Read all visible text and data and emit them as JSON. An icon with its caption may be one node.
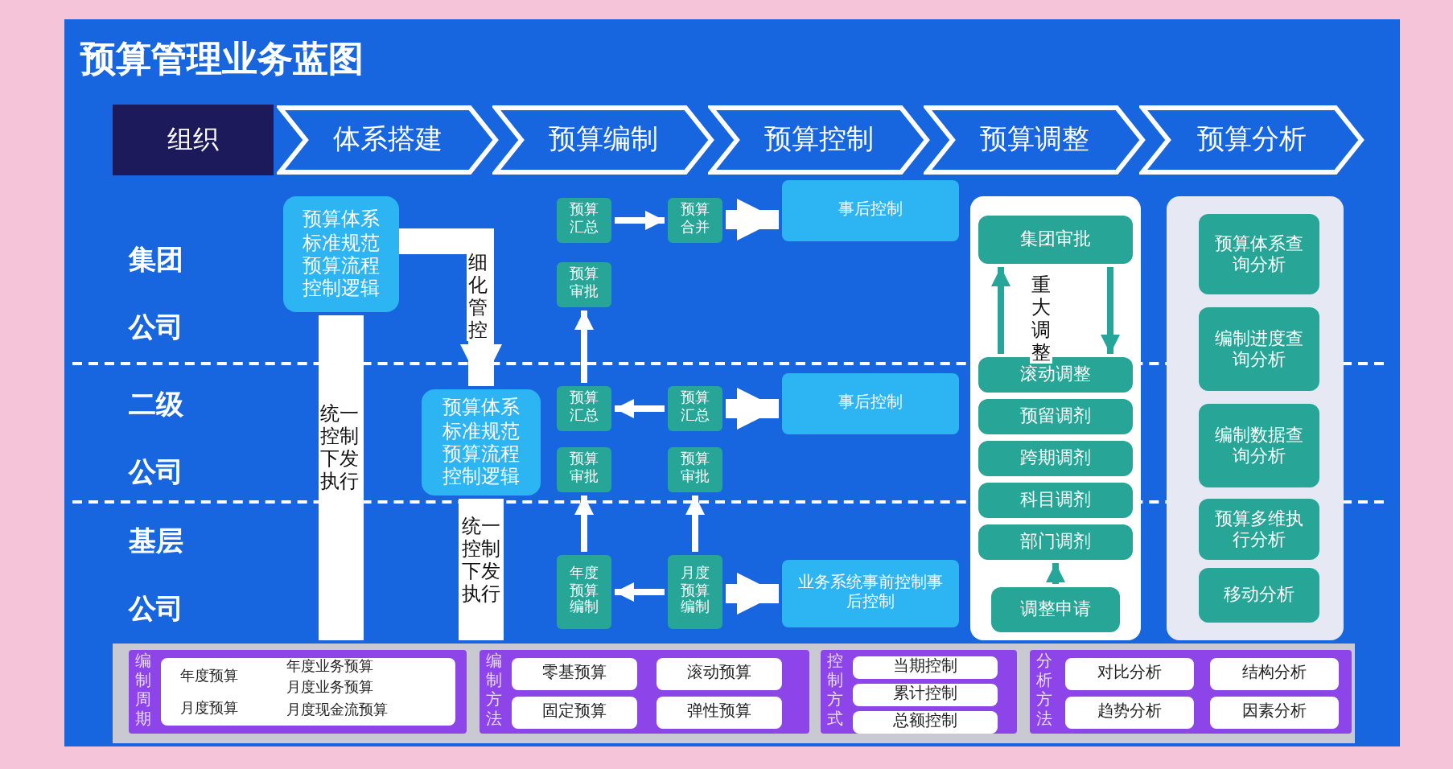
{
  "diagram": {
    "title": "预算管理业务蓝图",
    "nodes": [
      {
        "text": [
          "组织"
        ]
      },
      {
        "text": [
          "体系搭建"
        ]
      },
      {
        "text": [
          "预算编制"
        ]
      },
      {
        "text": [
          "预算控制"
        ]
      },
      {
        "text": [
          "预算调整"
        ]
      },
      {
        "text": [
          "预算分析"
        ]
      },
      {
        "text": [
          "预算体系标准规范预算流程控制逻辑"
        ]
      },
      {
        "text": [
          "预算体系标准规范预算流程控制逻辑"
        ]
      },
      {
        "text": [
          "预算汇总"
        ]
      },
      {
        "text": [
          "预算合并"
        ]
      },
      {
        "text": [
          "事后控制"
        ]
      },
      {
        "text": [
          "预算审批"
        ]
      },
      {
        "text": [
          "预算汇总"
        ]
      },
      {
        "text": [
          "预算汇总"
        ]
      },
      {
        "text": [
          "事后控制"
        ]
      },
      {
        "text": [
          "预算审批"
        ]
      },
      {
        "text": [
          "预算审批"
        ]
      },
      {
        "text": [
          "年度预算编制"
        ]
      },
      {
        "text": [
          "月度预算编制"
        ]
      },
      {
        "text": [
          "业务系统事前控制事后控制"
        ]
      },
      {
        "text": [],
        "shape": "box"
      },
      {
        "text": [
          "集团审批"
        ],
        "in": 20
      },
      {
        "text": [
          "滚动调整"
        ],
        "in": 20
      },
      {
        "text": [
          "预留调剂"
        ],
        "in": 20
      },
      {
        "text": [
          "跨期调剂"
        ],
        "in": 20
      },
      {
        "text": [
          "科目调剂"
        ],
        "in": 20
      },
      {
        "text": [
          "部门调剂"
        ],
        "in": 20
      },
      {
        "text": [
          "调整申请"
        ],
        "in": 20
      },
      {
        "text": [],
        "shape": "box"
      },
      {
        "text": [
          "预算体系查询分析"
        ],
        "in": 28
      },
      {
        "text": [
          "编制进度查询分析"
        ],
        "in": 28
      },
      {
        "text": [
          "编制数据查询分析"
        ],
        "in": 28
      },
      {
        "text": [
          "预算多维执行分析"
        ],
        "in": 28
      },
      {
        "text": [
          "移动分析"
        ],
        "in": 28
      },
      {
        "text": [],
        "shape": "bar"
      },
      {
        "text": [
          "编制周期"
        ],
        "in": 34
      },
      {
        "text": [
          "年度预算",
          "年度业务预算",
          "月度业务预算",
          "月度预算",
          "月度现金流预算"
        ],
        "in": 35
      },
      {
        "text": [
          "编制方法"
        ],
        "in": 34
      },
      {
        "text": [
          "零基预算"
        ],
        "in": 37
      },
      {
        "text": [
          "滚动预算"
        ],
        "in": 37
      },
      {
        "text": [
          "固定预算"
        ],
        "in": 37
      },
      {
        "text": [
          "弹性预算"
        ],
        "in": 37
      },
      {
        "text": [
          "控制方式"
        ],
        "in": 34
      },
      {
        "text": [
          "当期控制"
        ],
        "in": 42
      },
      {
        "text": [
          "累计控制"
        ],
        "in": 42
      },
      {
        "text": [
          "总额控制"
        ],
        "in": 42
      },
      {
        "text": [
          "分析方法"
        ],
        "in": 34
      },
      {
        "text": [
          "对比分析"
        ],
        "in": 46
      },
      {
        "text": [
          "结构分析"
        ],
        "in": 46
      },
      {
        "text": [
          "趋势分析"
        ],
        "in": 46
      },
      {
        "text": [
          "因素分析"
        ],
        "in": 46
      }
    ],
    "edges": [
      {
        "from": 6,
        "to": 7,
        "arrow": "to",
        "label": "细化管控",
        "style": "thick"
      },
      {
        "from": 6,
        "to": 34,
        "arrow": "to",
        "label": "统一控制下发执行",
        "style": "thick"
      },
      {
        "from": 7,
        "to": 34,
        "arrow": "to",
        "label": "统一控制下发执行",
        "style": "thick"
      },
      {
        "from": 8,
        "to": 9,
        "arrow": "to"
      },
      {
        "from": 9,
        "to": 10,
        "arrow": "to",
        "style": "thick"
      },
      {
        "from": 12,
        "to": 11,
        "arrow": "to"
      },
      {
        "from": 13,
        "to": 12,
        "arrow": "to"
      },
      {
        "from": 13,
        "to": 14,
        "arrow": "to",
        "style": "thick"
      },
      {
        "from": 17,
        "to": 15,
        "arrow": "to"
      },
      {
        "from": 18,
        "to": 16,
        "arrow": "to"
      },
      {
        "from": 18,
        "to": 17,
        "arrow": "to"
      },
      {
        "from": 18,
        "to": 19,
        "arrow": "to",
        "style": "thick"
      },
      {
        "from": 22,
        "to": 21,
        "arrow": "to",
        "label": "重大调整",
        "color": "#26a69a"
      },
      {
        "from": 21,
        "to": 22,
        "arrow": "to",
        "color": "#26a69a"
      },
      {
        "from": 27,
        "to": 26,
        "arrow": "to",
        "color": "#26a69a"
      }
    ],
    "labels": [
      "集团",
      "公司",
      "二级",
      "公司",
      "基层",
      "公司"
    ]
  }
}
